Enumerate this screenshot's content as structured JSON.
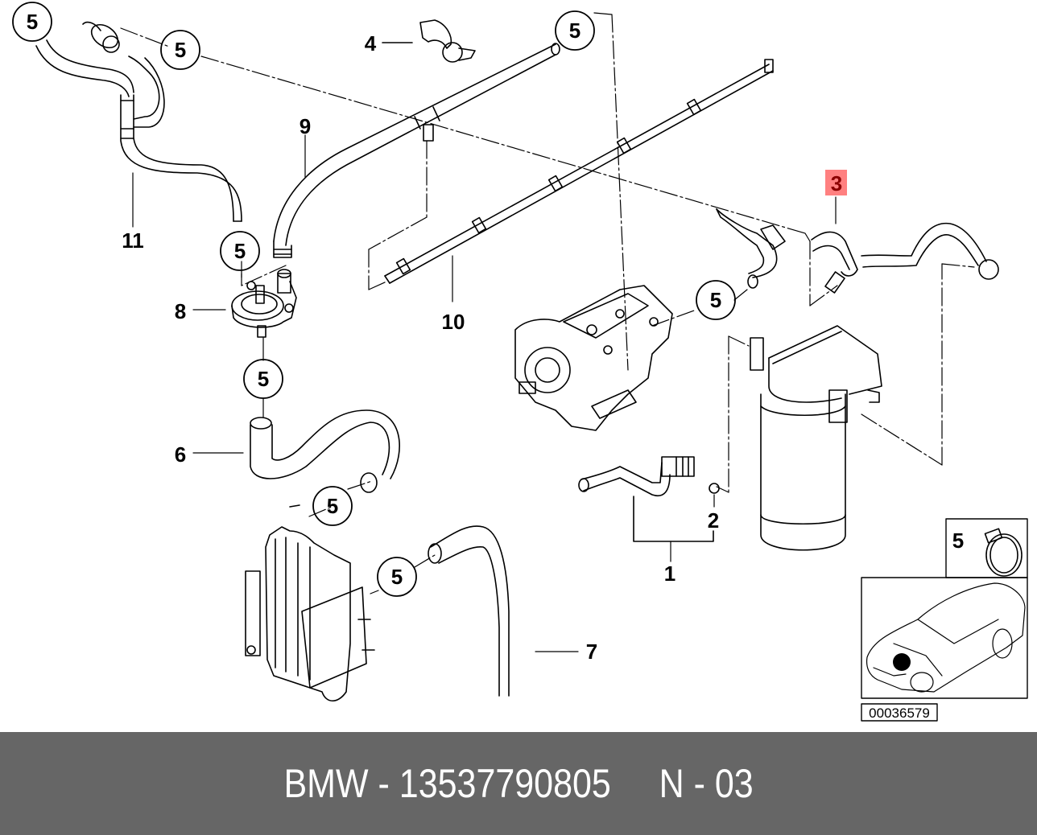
{
  "diagram": {
    "callouts": {
      "c1": "1",
      "c2": "2",
      "c3": "3",
      "c4": "4",
      "c5": "5",
      "c6": "6",
      "c7": "7",
      "c8": "8",
      "c9": "9",
      "c10": "10",
      "c11": "11"
    },
    "highlighted_part": "3",
    "highlight_color": "#ff8080",
    "highlight_text_color": "#8b0000",
    "inset_clamp_label": "5",
    "reference_number": "00036579"
  },
  "footer": {
    "brand": "BMW",
    "separator": " - ",
    "part_number": "13537790805",
    "position_label": "N - 03",
    "background": "#666666",
    "text_color": "#ffffff"
  }
}
